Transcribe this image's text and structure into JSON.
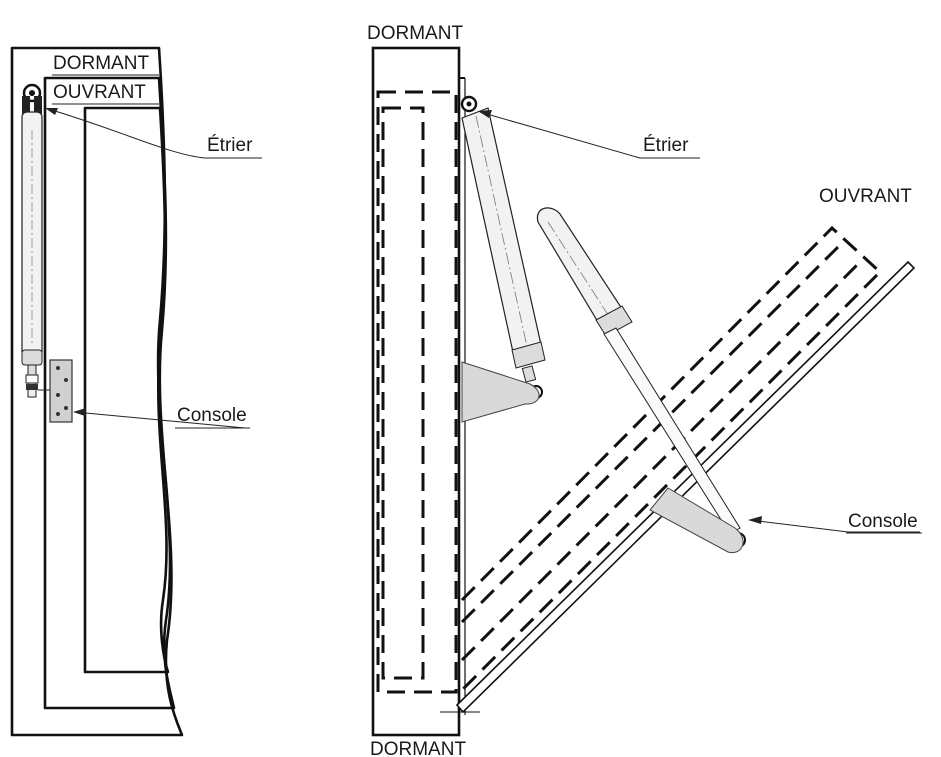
{
  "labels": {
    "left_dormant": "DORMANT",
    "left_ouvrant": "OUVRANT",
    "left_etrier": "Étrier",
    "left_console": "Console",
    "right_dormant_top": "DORMANT",
    "right_dormant_bottom": "DORMANT",
    "right_etrier": "Étrier",
    "right_ouvrant": "OUVRANT",
    "right_console": "Console"
  }
}
